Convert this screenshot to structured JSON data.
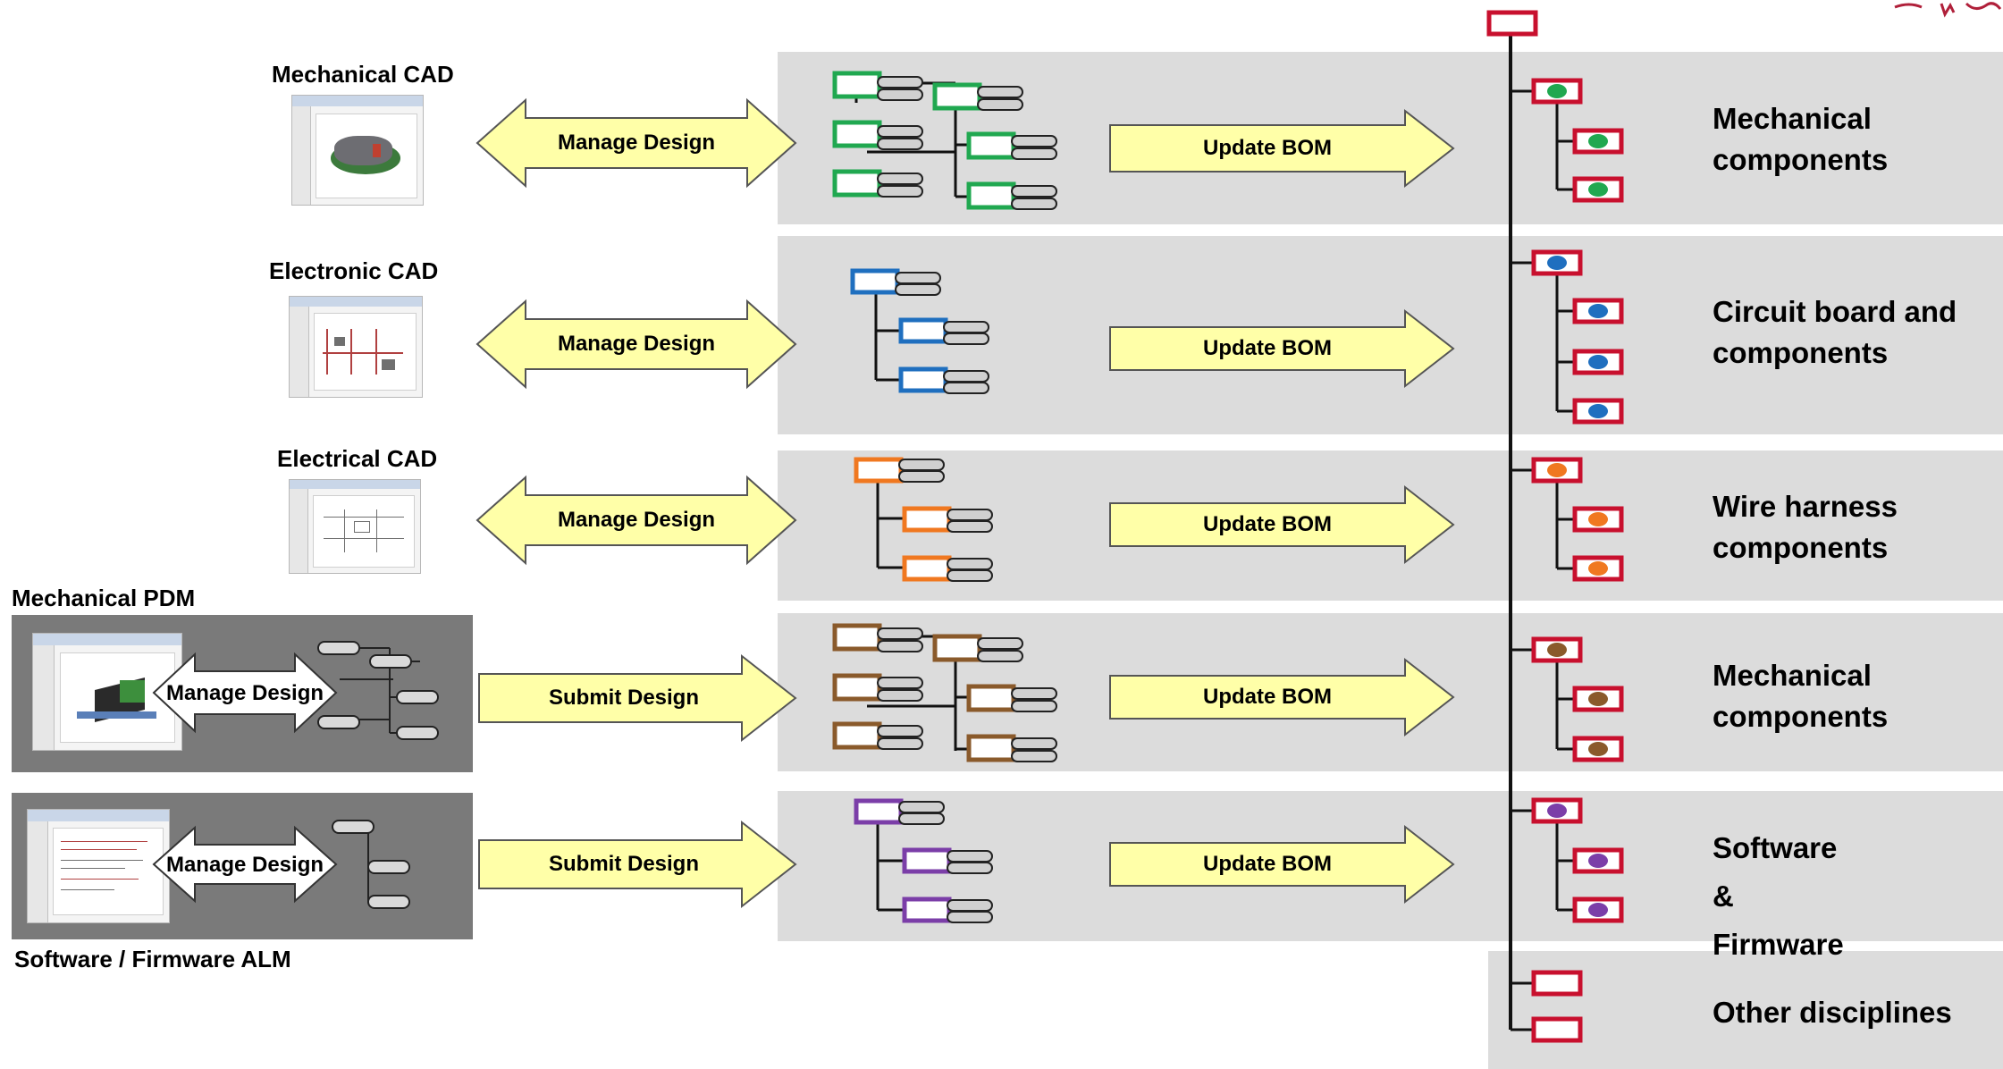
{
  "sources": [
    {
      "title": "Mechanical CAD",
      "action": "Manage Design",
      "flow": "Update BOM",
      "color": "#20a850"
    },
    {
      "title": "Electronic CAD",
      "action": "Manage Design",
      "flow": "Update BOM",
      "color": "#1f6fbf"
    },
    {
      "title": "Electrical CAD",
      "action": "Manage Design",
      "flow": "Update BOM",
      "color": "#f07820"
    },
    {
      "title": "Mechanical PDM",
      "action": "Manage Design",
      "submit": "Submit Design",
      "flow": "Update BOM",
      "color": "#8a5a2b"
    },
    {
      "title": "Software / Firmware ALM",
      "action": "Manage Design",
      "submit": "Submit Design",
      "flow": "Update BOM",
      "color": "#7b3ea8"
    }
  ],
  "categories": [
    {
      "label": "Mechanical components"
    },
    {
      "label": "Circuit board and components"
    },
    {
      "label": "Wire harness components"
    },
    {
      "label": "Mechanical components"
    },
    {
      "label": "Software & Firmware"
    },
    {
      "label": "Other disciplines"
    }
  ],
  "colors": {
    "bom_node": "#c8102e",
    "band": "#dcdcdc",
    "arrow_fill": "#ffffa8",
    "dark_box": "#7a7a7a"
  }
}
